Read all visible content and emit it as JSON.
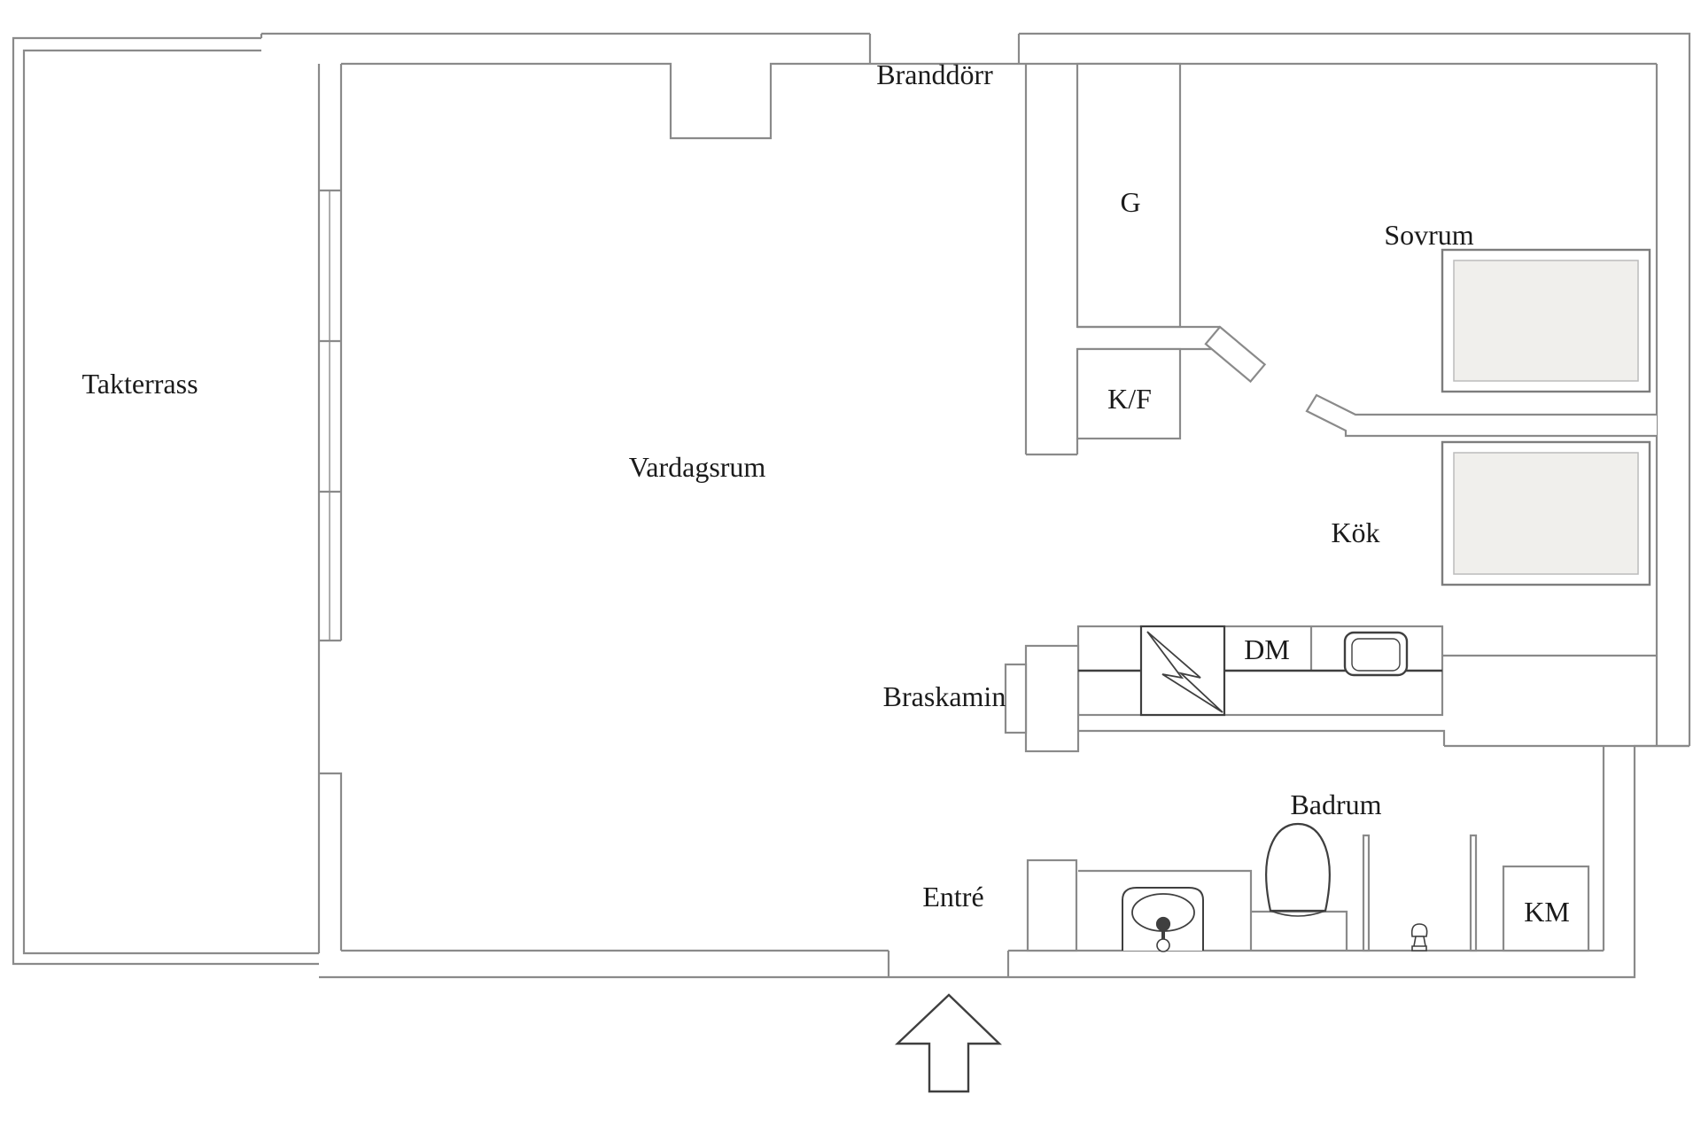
{
  "document": {
    "type": "apartment-floor-plan",
    "background_color": "#ffffff",
    "wall_color": "#8a8a8a",
    "fixture_dark_color": "#3f3f3f",
    "furniture_fill_color": "#f0efec",
    "text_color": "#1b1b1b"
  },
  "labels": {
    "takterrass": {
      "text": "Takterrass"
    },
    "vardagsrum": {
      "text": "Vardagsrum"
    },
    "branddorr": {
      "text": "Branddörr"
    },
    "garderob": {
      "text": "G"
    },
    "sovrum": {
      "text": "Sovrum"
    },
    "kylfrys": {
      "text": "K/F"
    },
    "kok": {
      "text": "Kök"
    },
    "diskmaskin": {
      "text": "DM"
    },
    "braskamin": {
      "text": "Braskamin"
    },
    "badrum": {
      "text": "Badrum"
    },
    "entre": {
      "text": "Entré"
    },
    "km": {
      "text": "KM"
    }
  },
  "symbols": [
    "double-bed-icon (Sovrum)",
    "double-bed-icon (Kök)",
    "stove-lightning-icon",
    "kitchen-sink-icon",
    "bathroom-sink-icon",
    "toilet-icon",
    "shower-screen-icon",
    "floor-drain-icon",
    "washing-machine-box",
    "wood-stove-box",
    "entrance-arrow-icon",
    "fire-door-recess",
    "window-wall-glazing"
  ]
}
